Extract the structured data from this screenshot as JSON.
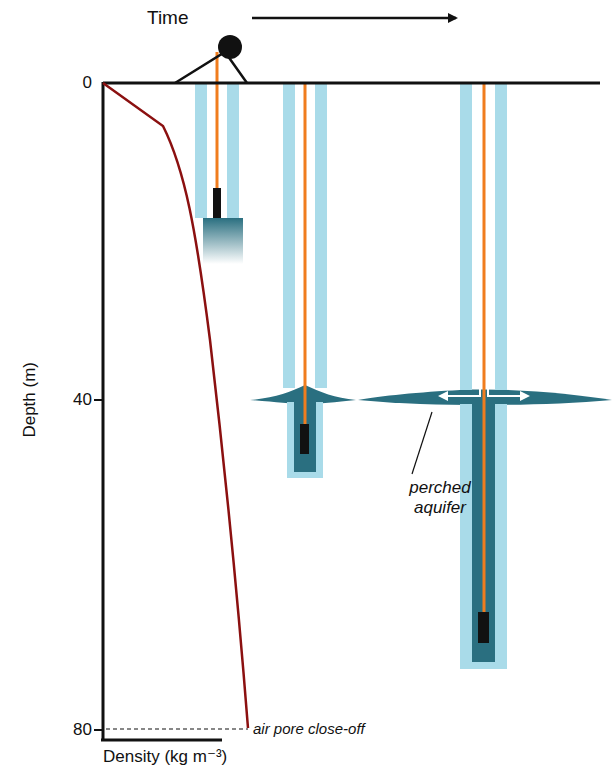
{
  "diagram": {
    "labels": [
      "Time",
      "0",
      "40",
      "80",
      "Depth (m)",
      "Density (kg m⁻³)",
      "perched aquifer",
      "air pore close-off"
    ]
  }
}
